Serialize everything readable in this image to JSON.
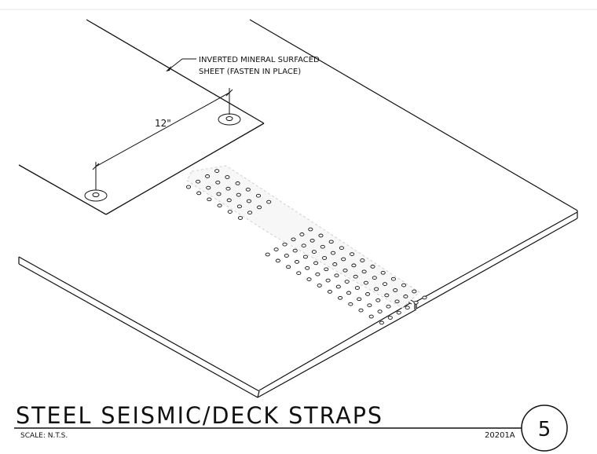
{
  "drawing": {
    "callout_line1": "INVERTED MINERAL SURFACED",
    "callout_line2": "SHEET (FASTEN IN PLACE)",
    "dimension_label": "12\"",
    "title": "STEEL SEISMIC/DECK STRAPS",
    "scale": "SCALE: N.T.S.",
    "drawing_number": "20201A",
    "detail_number": "5"
  },
  "colors": {
    "line": "#111111",
    "strap_fill": "#f4f4f4",
    "background": "#ffffff"
  }
}
